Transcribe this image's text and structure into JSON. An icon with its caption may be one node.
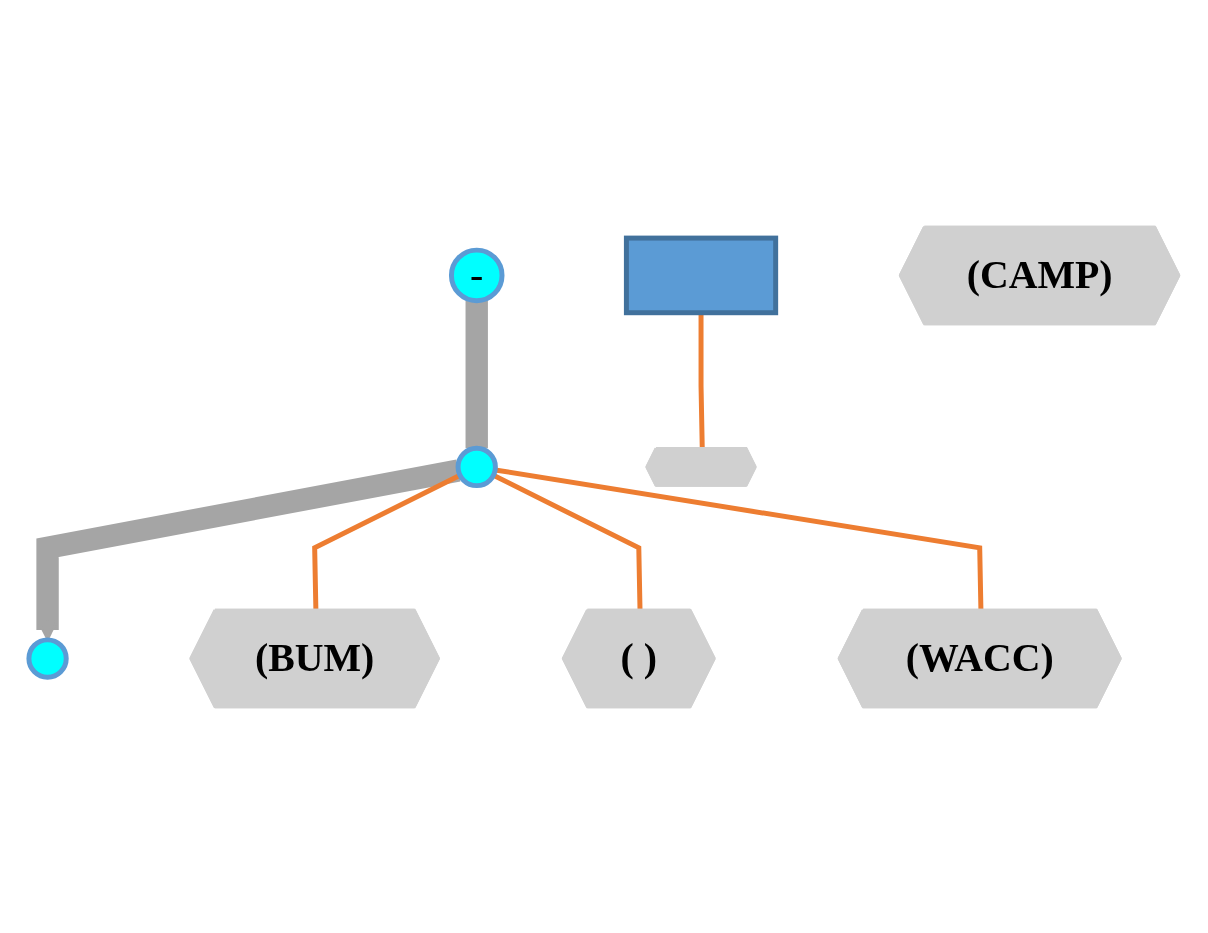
{
  "diagram": {
    "nodes": [
      {
        "text": [
          "-"
        ]
      },
      {
        "text": [],
        "shape": "circle"
      },
      {
        "text": [],
        "shape": "circle"
      },
      {
        "text": [],
        "shape": "box"
      },
      {
        "text": [
          "(BUM)"
        ]
      },
      {
        "text": [
          "(CAMP)"
        ]
      },
      {
        "text": [
          "(WACC)"
        ]
      },
      {
        "text": [
          "( )"
        ]
      },
      {
        "text": [],
        "shape": "hexagon"
      }
    ],
    "edges": [
      {
        "from": 0,
        "to": 1,
        "arrow": "none",
        "style": "thick",
        "color": "#a5a5a5"
      },
      {
        "from": 1,
        "to": 2,
        "arrow": "to",
        "style": "thick",
        "color": "#a5a5a5"
      },
      {
        "from": 1,
        "to": 4,
        "arrow": "none"
      },
      {
        "from": 1,
        "to": 7,
        "arrow": "none"
      },
      {
        "from": 1,
        "to": 6,
        "arrow": "none"
      },
      {
        "from": 3,
        "to": 8,
        "arrow": "none"
      }
    ]
  }
}
